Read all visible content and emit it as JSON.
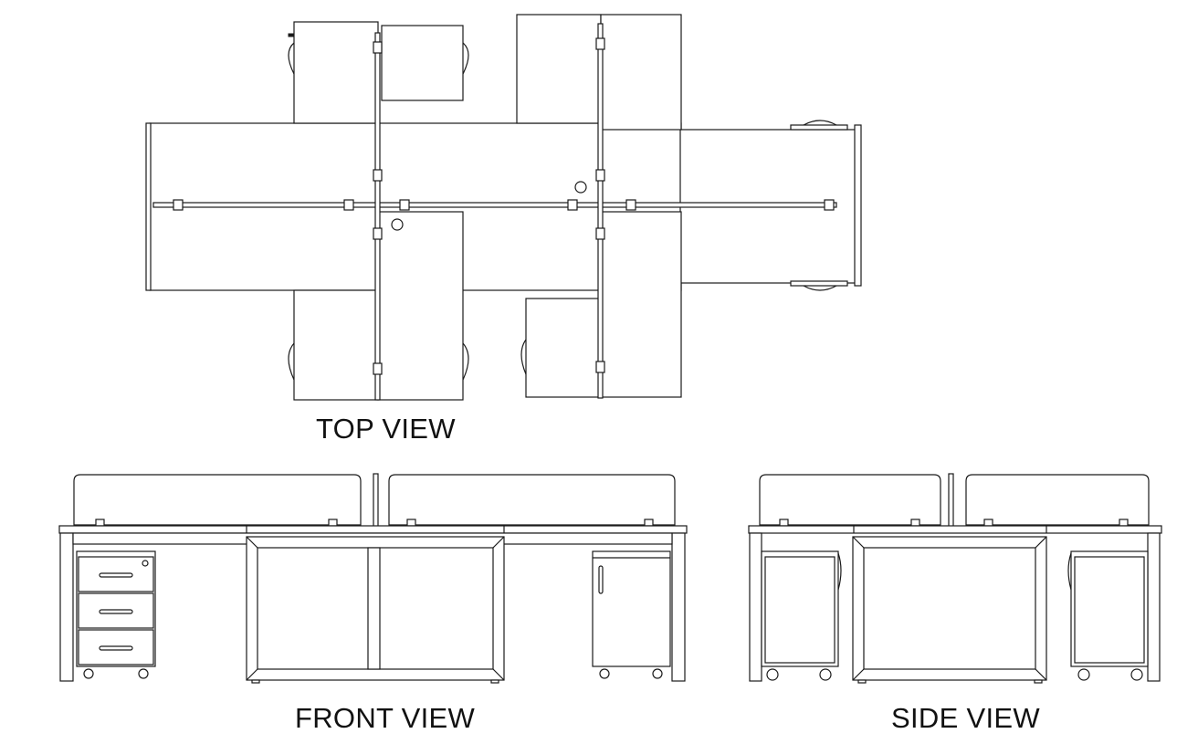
{
  "views": {
    "top": {
      "label": "TOP VIEW"
    },
    "front": {
      "label": "FRONT VIEW"
    },
    "side": {
      "label": "SIDE VIEW"
    }
  },
  "colors": {
    "line": "#1a1a1a",
    "background": "#ffffff"
  }
}
